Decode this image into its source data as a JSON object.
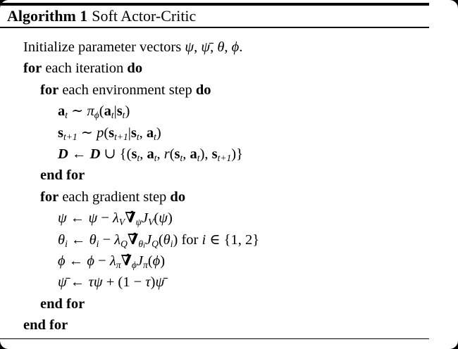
{
  "page": {
    "background_color": "#000000",
    "paper_color": "#ffffff",
    "text_color": "#000000"
  },
  "header": {
    "label": "Algorithm 1",
    "title": "Soft Actor-Critic"
  },
  "algorithm": {
    "lines": [
      {
        "indent": 0,
        "segments": [
          {
            "text": "Initialize parameter vectors "
          },
          {
            "text": "ψ",
            "style": "m"
          },
          {
            "text": ", "
          },
          {
            "text": "ψ̄",
            "style": "m"
          },
          {
            "text": ", "
          },
          {
            "text": "θ",
            "style": "m"
          },
          {
            "text": ", "
          },
          {
            "text": "ϕ",
            "style": "m"
          },
          {
            "text": "."
          }
        ]
      },
      {
        "indent": 0,
        "segments": [
          {
            "text": "for",
            "style": "kw"
          },
          {
            "text": " each iteration "
          },
          {
            "text": "do",
            "style": "kw"
          }
        ]
      },
      {
        "indent": 1,
        "segments": [
          {
            "text": "for",
            "style": "kw"
          },
          {
            "text": " each environment step "
          },
          {
            "text": "do",
            "style": "kw"
          }
        ]
      },
      {
        "indent": 2,
        "segments": [
          {
            "text": "a",
            "style": "mb"
          },
          {
            "text": "t",
            "style": "sub m"
          },
          {
            "text": " ∼ "
          },
          {
            "text": "π",
            "style": "m"
          },
          {
            "text": "ϕ",
            "style": "sub m"
          },
          {
            "text": "("
          },
          {
            "text": "a",
            "style": "mb"
          },
          {
            "text": "t",
            "style": "sub m"
          },
          {
            "text": "|"
          },
          {
            "text": "s",
            "style": "mb"
          },
          {
            "text": "t",
            "style": "sub m"
          },
          {
            "text": ")"
          }
        ]
      },
      {
        "indent": 2,
        "segments": [
          {
            "text": "s",
            "style": "mb"
          },
          {
            "text": "t+1",
            "style": "sub m"
          },
          {
            "text": " ∼ "
          },
          {
            "text": "p",
            "style": "m"
          },
          {
            "text": "("
          },
          {
            "text": "s",
            "style": "mb"
          },
          {
            "text": "t+1",
            "style": "sub m"
          },
          {
            "text": "|"
          },
          {
            "text": "s",
            "style": "mb"
          },
          {
            "text": "t",
            "style": "sub m"
          },
          {
            "text": ", "
          },
          {
            "text": "a",
            "style": "mb"
          },
          {
            "text": "t",
            "style": "sub m"
          },
          {
            "text": ")"
          }
        ]
      },
      {
        "indent": 2,
        "segments": [
          {
            "text": "D",
            "style": "cal"
          },
          {
            "text": " ← "
          },
          {
            "text": "D",
            "style": "cal"
          },
          {
            "text": " ∪ {("
          },
          {
            "text": "s",
            "style": "mb"
          },
          {
            "text": "t",
            "style": "sub m"
          },
          {
            "text": ", "
          },
          {
            "text": "a",
            "style": "mb"
          },
          {
            "text": "t",
            "style": "sub m"
          },
          {
            "text": ", "
          },
          {
            "text": "r",
            "style": "m"
          },
          {
            "text": "("
          },
          {
            "text": "s",
            "style": "mb"
          },
          {
            "text": "t",
            "style": "sub m"
          },
          {
            "text": ", "
          },
          {
            "text": "a",
            "style": "mb"
          },
          {
            "text": "t",
            "style": "sub m"
          },
          {
            "text": "), "
          },
          {
            "text": "s",
            "style": "mb"
          },
          {
            "text": "t+1",
            "style": "sub m"
          },
          {
            "text": ")}"
          }
        ]
      },
      {
        "indent": 1,
        "segments": [
          {
            "text": "end for",
            "style": "kw"
          }
        ]
      },
      {
        "indent": 1,
        "segments": [
          {
            "text": "for",
            "style": "kw"
          },
          {
            "text": " each gradient step "
          },
          {
            "text": "do",
            "style": "kw"
          }
        ]
      },
      {
        "indent": 2,
        "segments": [
          {
            "text": "ψ",
            "style": "m"
          },
          {
            "text": " ← "
          },
          {
            "text": "ψ",
            "style": "m"
          },
          {
            "text": " − "
          },
          {
            "text": "λ",
            "style": "m"
          },
          {
            "text": "V",
            "style": "sub m"
          },
          {
            "text": "∇̂",
            "style": "mb"
          },
          {
            "text": "ψ",
            "style": "sub m"
          },
          {
            "text": "J",
            "style": "m"
          },
          {
            "text": "V",
            "style": "sub m"
          },
          {
            "text": "("
          },
          {
            "text": "ψ",
            "style": "m"
          },
          {
            "text": ")"
          }
        ]
      },
      {
        "indent": 2,
        "segments": [
          {
            "text": "θ",
            "style": "m"
          },
          {
            "text": "i",
            "style": "sub m"
          },
          {
            "text": " ← "
          },
          {
            "text": "θ",
            "style": "m"
          },
          {
            "text": "i",
            "style": "sub m"
          },
          {
            "text": " − "
          },
          {
            "text": "λ",
            "style": "m"
          },
          {
            "text": "Q",
            "style": "sub m"
          },
          {
            "text": "∇̂",
            "style": "mb"
          },
          {
            "text": "θ",
            "style": "sub m"
          },
          {
            "text": "i",
            "style": "ss m"
          },
          {
            "text": "J",
            "style": "m"
          },
          {
            "text": "Q",
            "style": "sub m"
          },
          {
            "text": "("
          },
          {
            "text": "θ",
            "style": "m"
          },
          {
            "text": "i",
            "style": "sub m"
          },
          {
            "text": ") for "
          },
          {
            "text": "i",
            "style": "m"
          },
          {
            "text": " ∈ {1, 2}"
          }
        ]
      },
      {
        "indent": 2,
        "segments": [
          {
            "text": "ϕ",
            "style": "m"
          },
          {
            "text": " ← "
          },
          {
            "text": "ϕ",
            "style": "m"
          },
          {
            "text": " − "
          },
          {
            "text": "λ",
            "style": "m"
          },
          {
            "text": "π",
            "style": "sub m"
          },
          {
            "text": "∇̂",
            "style": "mb"
          },
          {
            "text": "ϕ",
            "style": "sub m"
          },
          {
            "text": "J",
            "style": "m"
          },
          {
            "text": "π",
            "style": "sub m"
          },
          {
            "text": "("
          },
          {
            "text": "ϕ",
            "style": "m"
          },
          {
            "text": ")"
          }
        ]
      },
      {
        "indent": 2,
        "segments": [
          {
            "text": "ψ̄",
            "style": "m"
          },
          {
            "text": " ← "
          },
          {
            "text": "τ",
            "style": "m"
          },
          {
            "text": "ψ",
            "style": "m"
          },
          {
            "text": " + (1 − "
          },
          {
            "text": "τ",
            "style": "m"
          },
          {
            "text": ")"
          },
          {
            "text": "ψ̄",
            "style": "m"
          }
        ]
      },
      {
        "indent": 1,
        "segments": [
          {
            "text": "end for",
            "style": "kw"
          }
        ]
      },
      {
        "indent": 0,
        "segments": [
          {
            "text": "end for",
            "style": "kw"
          }
        ]
      }
    ]
  }
}
